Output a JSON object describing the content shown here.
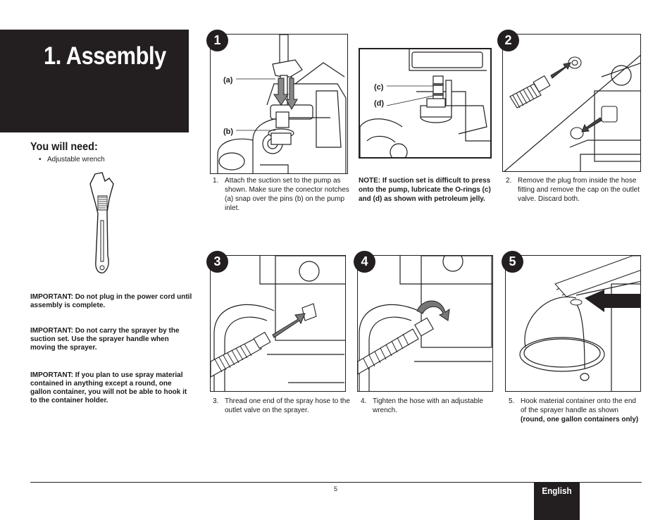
{
  "header": {
    "title": "1. Assembly"
  },
  "need": {
    "title": "You will need:",
    "items": [
      "Adjustable wrench"
    ]
  },
  "important": [
    "IMPORTANT:  Do not plug in the power cord until assembly is complete.",
    "IMPORTANT:  Do not carry the sprayer by the suction set.  Use the sprayer handle when moving the sprayer.",
    "IMPORTANT:  If you plan to use spray material contained in anything except a round, one gallon container, you will not be able to hook it to the container holder."
  ],
  "steps": [
    {
      "badge": "1",
      "num": "1.",
      "text": "Attach the suction set to the pump as shown.  Make sure the conector notches (a) snap over the pins (b) on the pump inlet.",
      "labels": [
        "(a)",
        "(b)"
      ]
    },
    {
      "badge": "2",
      "num": "2.",
      "text": "Remove the plug from inside the hose fitting and remove the cap on the outlet valve.  Discard both."
    },
    {
      "badge": "3",
      "num": "3.",
      "text": "Thread one end of the spray hose to the outlet valve on the sprayer."
    },
    {
      "badge": "4",
      "num": "4.",
      "text": "Tighten the hose with an adjustable wrench."
    },
    {
      "badge": "5",
      "num": "5.",
      "text": "Hook material container onto the end of the sprayer handle as shown",
      "bold": "(round, one gallon containers only)"
    }
  ],
  "note": {
    "text": "NOTE:  If suction set is difficult to press onto the pump, lubricate the O-rings (c) and (d) as shown with petroleum jelly.",
    "labels": [
      "(c)",
      "(d)"
    ]
  },
  "footer": {
    "page": "5",
    "language": "English"
  }
}
